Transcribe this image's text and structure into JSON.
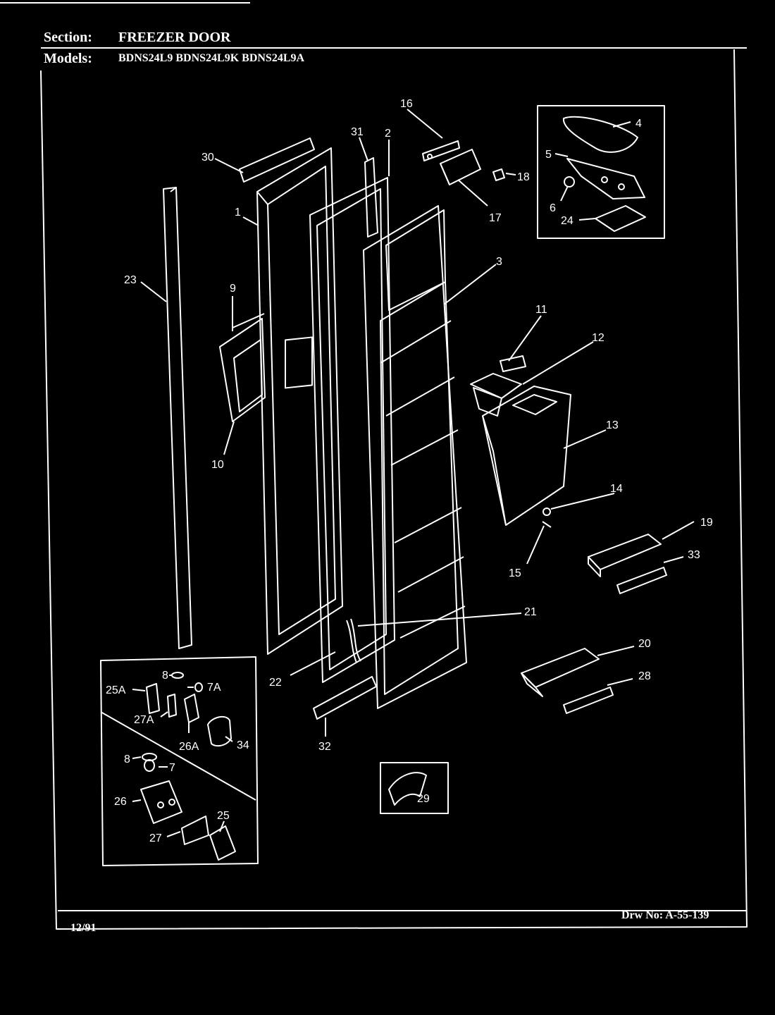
{
  "header": {
    "section_label": "Section:",
    "section_value": "FREEZER DOOR",
    "models_label": "Models:",
    "models_value": "BDNS24L9  BDNS24L9K  BDNS24L9A"
  },
  "footer": {
    "date": "12/91",
    "drawing_number": "Drw No: A-55-139"
  },
  "callouts": {
    "c1": "1",
    "c2": "2",
    "c3": "3",
    "c4": "4",
    "c5": "5",
    "c6": "6",
    "c7": "7",
    "c7a": "7A",
    "c8a": "8",
    "c8b": "8",
    "c9": "9",
    "c10": "10",
    "c11": "11",
    "c12": "12",
    "c13": "13",
    "c14": "14",
    "c15": "15",
    "c16": "16",
    "c17": "17",
    "c18": "18",
    "c19": "19",
    "c20": "20",
    "c21": "21",
    "c22": "22",
    "c23": "23",
    "c24": "24",
    "c25": "25",
    "c25a": "25A",
    "c26": "26",
    "c26a": "26A",
    "c27": "27",
    "c27a": "27A",
    "c28": "28",
    "c29": "29",
    "c30": "30",
    "c31": "31",
    "c32": "32",
    "c33": "33",
    "c34": "34"
  },
  "colors": {
    "background": "#000000",
    "line": "#ffffff"
  }
}
